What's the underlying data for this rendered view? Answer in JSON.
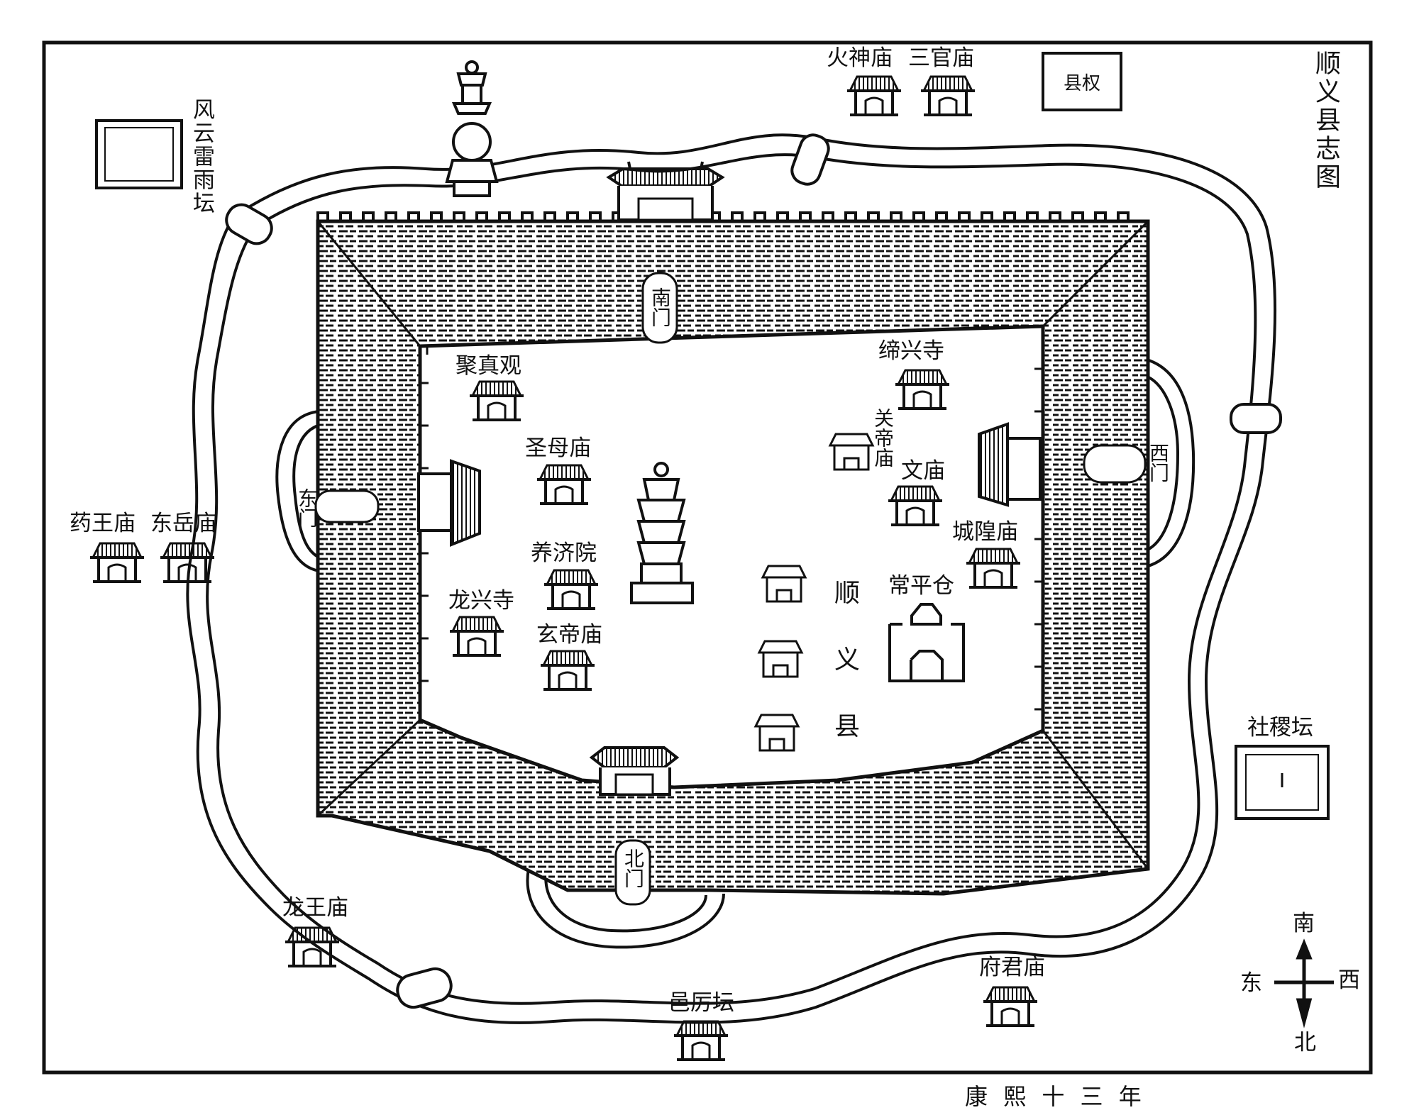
{
  "title_vertical": "顺义县志图",
  "footer_caption": "康 熙 十 三 年",
  "seal_text": "县权",
  "gates": {
    "south": "南门",
    "north": "北门",
    "east": "东门",
    "west": "西门"
  },
  "county_name_chars": [
    "顺",
    "义",
    "县"
  ],
  "labels": {
    "huoshen": "火神庙",
    "sanguan": "三官庙",
    "fengyun": "风云雷雨坛",
    "juzhen": "聚真观",
    "shengmu": "圣母庙",
    "yangji": "养济院",
    "longxing": "龙兴寺",
    "xuandi": "玄帝庙",
    "dixing": "缔兴寺",
    "guandi": "关帝庙",
    "wenmiao": "文庙",
    "chenghuang": "城隍庙",
    "changping": "常平仓",
    "yaowang": "药王庙",
    "dongyue": "东岳庙",
    "sheji": "社稷坛",
    "longwang": "龙王庙",
    "yili": "邑厉坛",
    "fujun": "府君庙"
  },
  "compass": {
    "top": "南",
    "bottom": "北",
    "left": "东",
    "right": "西"
  },
  "colors": {
    "ink": "#111111",
    "paper": "#ffffff"
  }
}
